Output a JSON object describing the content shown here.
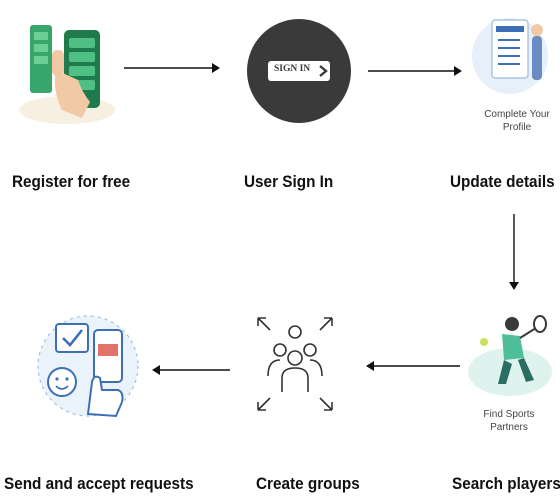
{
  "steps": [
    {
      "id": "register",
      "caption": "Register for free",
      "icon": "phone-hand-icon"
    },
    {
      "id": "signin",
      "caption": "User Sign In",
      "button_label": "SIGN IN",
      "icon": "sign-in-button-icon"
    },
    {
      "id": "update",
      "caption": "Update details",
      "sub_caption_line1": "Complete Your",
      "sub_caption_line2": "Profile",
      "icon": "profile-checklist-icon"
    },
    {
      "id": "search",
      "caption": "Search players",
      "sub_caption_line1": "Find Sports",
      "sub_caption_line2": "Partners",
      "icon": "tennis-player-icon"
    },
    {
      "id": "groups",
      "caption": "Create groups",
      "icon": "group-people-icon"
    },
    {
      "id": "requests",
      "caption": "Send and accept requests",
      "icon": "accept-request-icon"
    }
  ],
  "colors": {
    "green": "#3aa76d",
    "dark_green": "#1f7a4c",
    "dark_circle": "#3a3a3a",
    "blue_light": "#e6f0fa",
    "blue": "#3d6fb6",
    "teal_light": "#dff3ee",
    "text": "#111111"
  }
}
